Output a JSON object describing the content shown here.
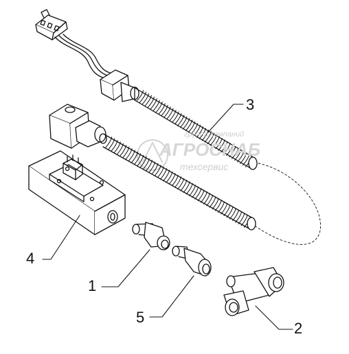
{
  "callouts": {
    "c1": "1",
    "c2": "2",
    "c3": "3",
    "c4": "4",
    "c5": "5"
  },
  "watermark": {
    "line1": "группа компаний",
    "line2": "АГРОСНАБ",
    "line3": "техсервис"
  },
  "colors": {
    "line": "#111111",
    "watermark": "#cfcfcf"
  }
}
